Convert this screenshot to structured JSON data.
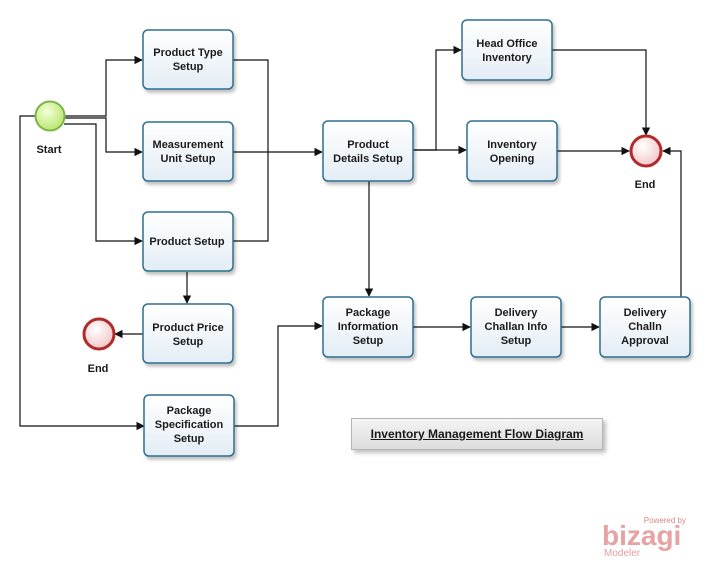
{
  "diagram": {
    "title": "Inventory Management Flow Diagram",
    "branding": {
      "powered_by": "Powered by",
      "name": "bizagi",
      "product": "Modeler"
    },
    "events": {
      "start": "Start",
      "end_main": "End",
      "end_price": "End"
    },
    "tasks": {
      "product_type_setup": [
        "Product Type",
        "Setup"
      ],
      "measurement_unit_setup": [
        "Measurement",
        "Unit Setup"
      ],
      "product_setup": [
        "Product Setup"
      ],
      "product_price_setup": [
        "Product Price",
        "Setup"
      ],
      "package_specification_setup": [
        "Package",
        "Specification",
        "Setup"
      ],
      "product_details_setup": [
        "Product",
        "Details Setup"
      ],
      "package_information_setup": [
        "Package",
        "Information",
        "Setup"
      ],
      "head_office_inventory": [
        "Head Office",
        "Inventory"
      ],
      "inventory_opening": [
        "Inventory",
        "Opening"
      ],
      "delivery_challan_info_setup": [
        "Delivery",
        "Challan Info",
        "Setup"
      ],
      "delivery_challn_approval": [
        "Delivery",
        "Challn",
        "Approval"
      ]
    },
    "colors": {
      "task_fill_top": "#ffffff",
      "task_fill_bottom": "#e3edf5",
      "task_border": "#2f6f8f",
      "start_fill": "#c9f08a",
      "start_border": "#7ab648",
      "end_fill": "#f4d0d0",
      "end_border": "#b22a2a",
      "connector": "#111111"
    }
  }
}
